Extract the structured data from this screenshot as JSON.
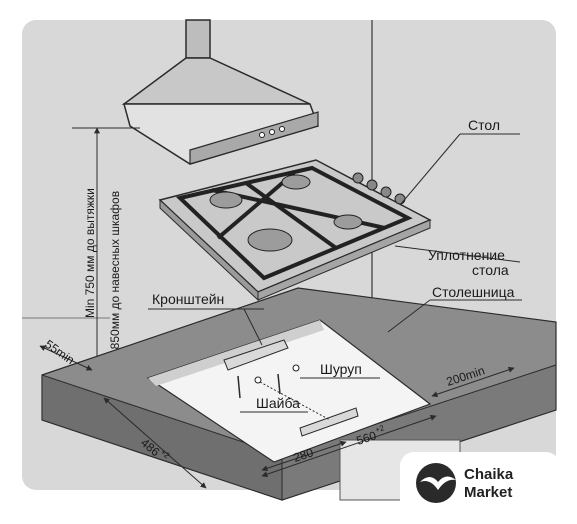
{
  "labels": {
    "table": "Стол",
    "seal_line1": "Уплотнение",
    "seal_line2": "стола",
    "countertop": "Столешница",
    "bracket": "Кронштейн",
    "screw": "Шуруп",
    "washer": "Шайба"
  },
  "dimensions": {
    "min_hood": "Min 750 мм до вытяжки",
    "min_cabinets": "Min 850мм до навесных шкафов",
    "left_gap": "55min",
    "depth": "486",
    "depth_tol": "+2",
    "width": "560",
    "width_tol": "+2",
    "bracket_offset": "280",
    "back_gap": "200min"
  },
  "brand": {
    "line1": "Chaika",
    "line2": "Market"
  },
  "colors": {
    "wall": "#d8d8d8",
    "counter_top": "#8c8c8c",
    "cutout": "#f4f4f4",
    "hob": "#c9c9c9",
    "line": "#2b2b2b"
  }
}
